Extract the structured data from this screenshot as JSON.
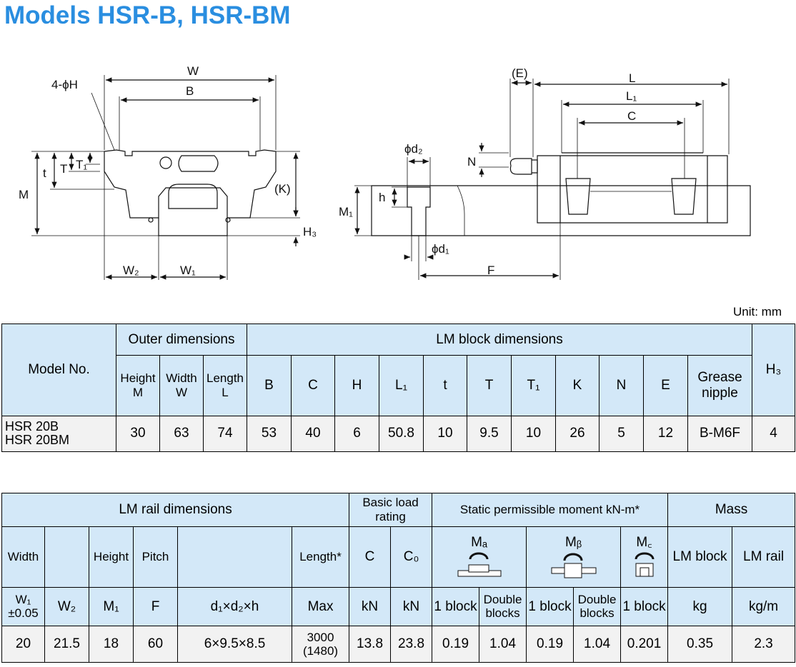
{
  "title": "Models HSR-B, HSR-BM",
  "unit": "Unit: mm",
  "drawing_labels": {
    "W": "W",
    "B": "B",
    "hole": "4-ϕH",
    "T1": "T₁",
    "T": "T",
    "t": "t",
    "M": "M",
    "K": "(K)",
    "H3": "H₃",
    "W2": "W₂",
    "W1": "W₁",
    "E": "(E)",
    "L": "L",
    "L1": "L₁",
    "C": "C",
    "N": "N",
    "d2": "ϕd₂",
    "h": "h",
    "M1": "M₁",
    "d1": "ϕd₁",
    "F": "F"
  },
  "block_table": {
    "model_header": "Model No.",
    "outer_header": "Outer dimensions",
    "lm_block_header": "LM block dimensions",
    "height_label": "Height",
    "width_label": "Width",
    "length_label": "Length",
    "col_M": "M",
    "col_W": "W",
    "col_L": "L",
    "col_B": "B",
    "col_C": "C",
    "col_H": "H",
    "col_L1": "L₁",
    "col_t": "t",
    "col_T": "T",
    "col_T1": "T₁",
    "col_K": "K",
    "col_N": "N",
    "col_E": "E",
    "grease_label": "Grease nipple",
    "col_H3": "H₃",
    "model_1": "HSR 20B",
    "model_2": "HSR 20BM",
    "values": [
      "30",
      "63",
      "74",
      "53",
      "40",
      "6",
      "50.8",
      "10",
      "9.5",
      "10",
      "26",
      "5",
      "12",
      "B-M6F",
      "4"
    ]
  },
  "rail_table": {
    "rail_header": "LM rail dimensions",
    "load_header": "Basic load rating",
    "moment_header": "Static permissible moment kN-m*",
    "mass_header": "Mass",
    "width_label": "Width",
    "height_label": "Height",
    "pitch_label": "Pitch",
    "length_label": "Length*",
    "col_C": "C",
    "col_C0": "C₀",
    "MA": "Mₐ",
    "MB": "Mᵦ",
    "MC": "M꜀",
    "lm_block": "LM block",
    "lm_rail": "LM rail",
    "W1_tol": "W₁ ±0.05",
    "W2": "W₂",
    "M1": "M₁",
    "F": "F",
    "dims": "d₁×d₂×h",
    "max": "Max",
    "kN": "kN",
    "kN0": "kN",
    "one_block": "1 block",
    "double_blocks": "Double blocks",
    "kg": "kg",
    "kgm": "kg/m",
    "values": [
      "20",
      "21.5",
      "18",
      "60",
      "6×9.5×8.5",
      "3000 (1480)",
      "13.8",
      "23.8",
      "0.19",
      "1.04",
      "0.19",
      "1.04",
      "0.201",
      "0.35",
      "2.3"
    ]
  }
}
